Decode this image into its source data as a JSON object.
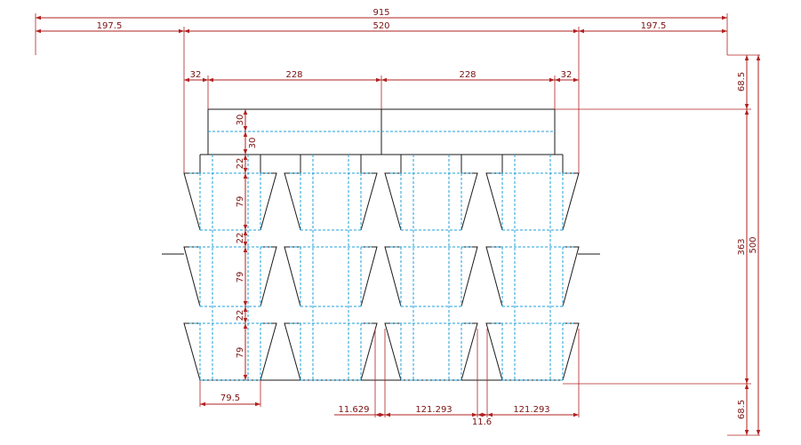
{
  "colors": {
    "dimension": "#b22020",
    "dimension_text": "#7a1010",
    "outline": "#1a1a1a",
    "fold_line": "#22a0d8",
    "background": "#ffffff"
  },
  "dims": {
    "total_width": "915",
    "margin_left": "197.5",
    "inner_width": "520",
    "margin_right": "197.5",
    "flap_left": "32",
    "panel_a": "228",
    "panel_b": "228",
    "flap_right": "32",
    "top_gap": "68.5",
    "total_height": "500",
    "inner_height": "363",
    "bottom_gap": "68.5",
    "lid_a": "30",
    "lid_b": "30",
    "band_1": "22",
    "cell_1": "79",
    "band_2": "22",
    "cell_2": "79",
    "band_3": "22",
    "cell_3": "79",
    "cup_width": "79.5",
    "gap_1": "11.629",
    "pitch_1": "121.293",
    "gap_2": "11.6",
    "pitch_2": "121.293"
  }
}
